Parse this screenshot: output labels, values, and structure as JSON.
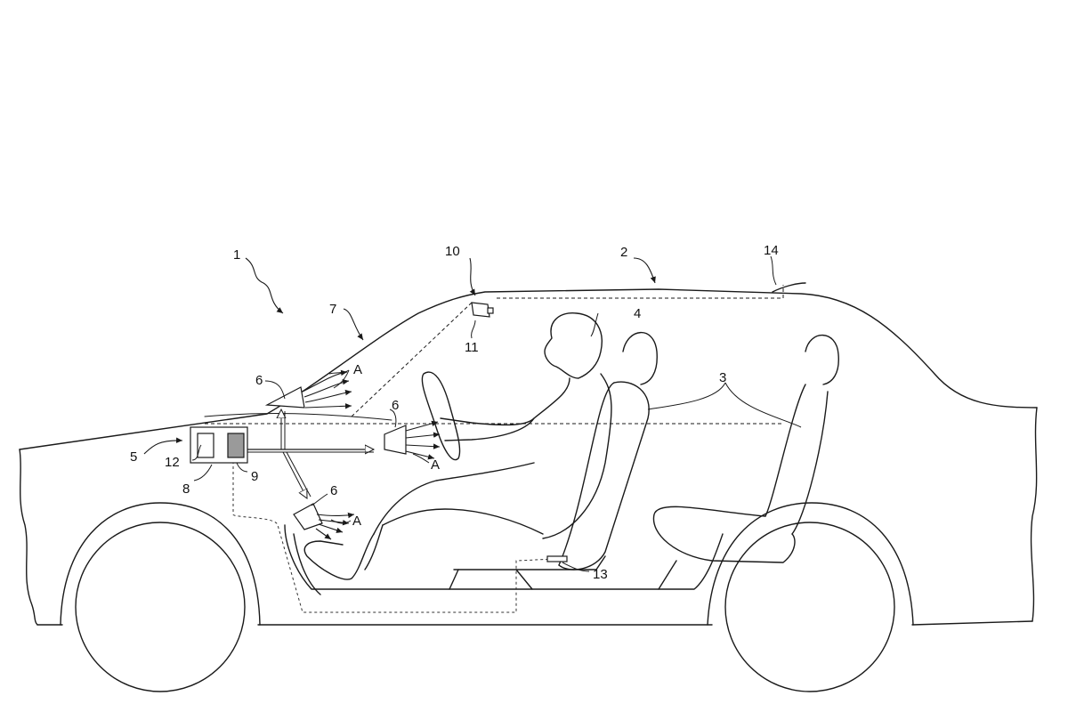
{
  "figure": {
    "labels": {
      "vehicle": "1",
      "roof": "2",
      "seats": "3",
      "occupant": "4",
      "control_system": "5",
      "nozzle": "6",
      "windshield": "7",
      "housing": "8",
      "scent_unit": "9",
      "sensor_mount": "10",
      "camera": "11",
      "controller": "12",
      "seat_sensor": "13",
      "rear_element": "14",
      "airflow": "A"
    }
  }
}
